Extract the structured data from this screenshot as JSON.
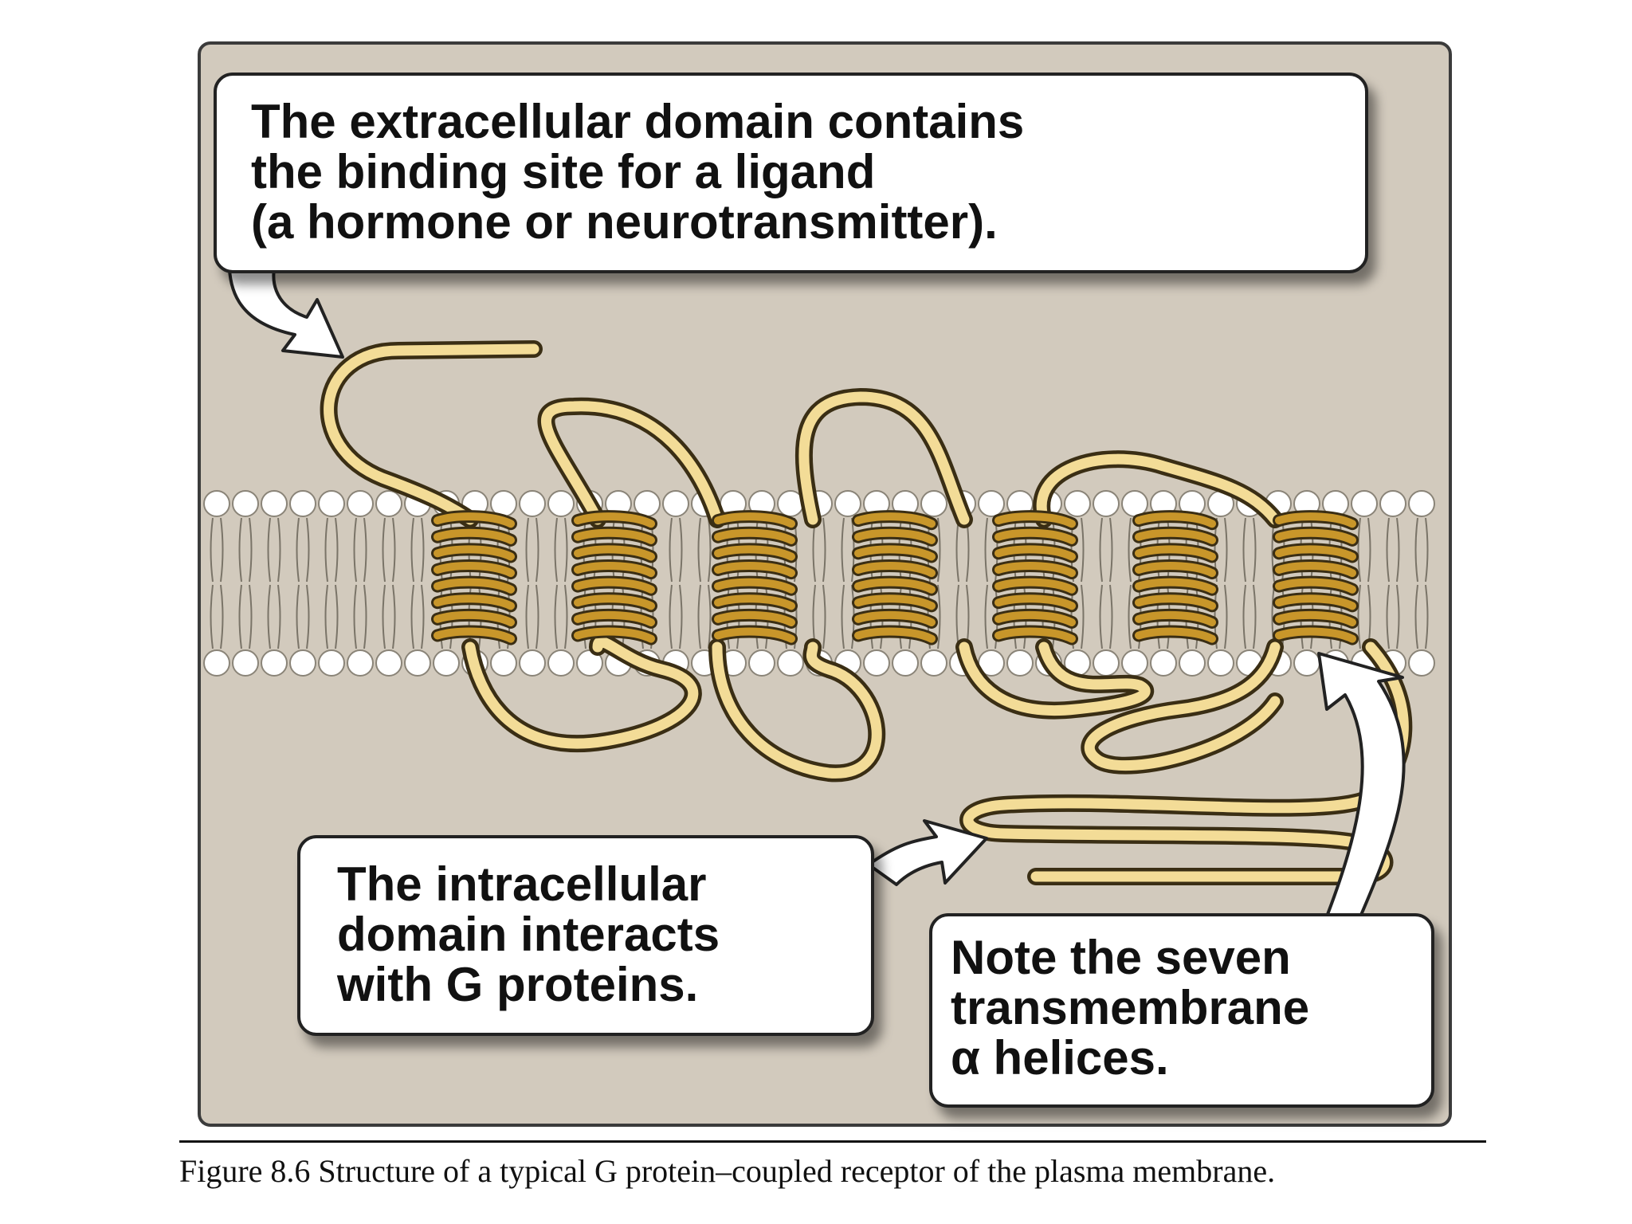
{
  "callouts": {
    "extracellular": {
      "line1": "The extracellular domain contains",
      "line2": "the binding site for a ligand",
      "line3": "(a hormone or neurotransmitter)."
    },
    "intracellular": {
      "line1": "The intracellular",
      "line2": "domain interacts",
      "line3": "with G proteins."
    },
    "helices": {
      "line1": "Note the seven",
      "line2": "transmembrane",
      "line3": "α helices."
    }
  },
  "caption": "Figure 8.6 Structure of a typical G protein–coupled receptor of the plasma membrane.",
  "colors": {
    "panel_background": "#d2cabd",
    "helix_fill": "#c8962a",
    "loop_fill": "#f3dc97",
    "outline": "#3a2e14",
    "membrane_head": "#ffffff",
    "callout_box": "#ffffff"
  },
  "transmembrane_helix_count": 7
}
